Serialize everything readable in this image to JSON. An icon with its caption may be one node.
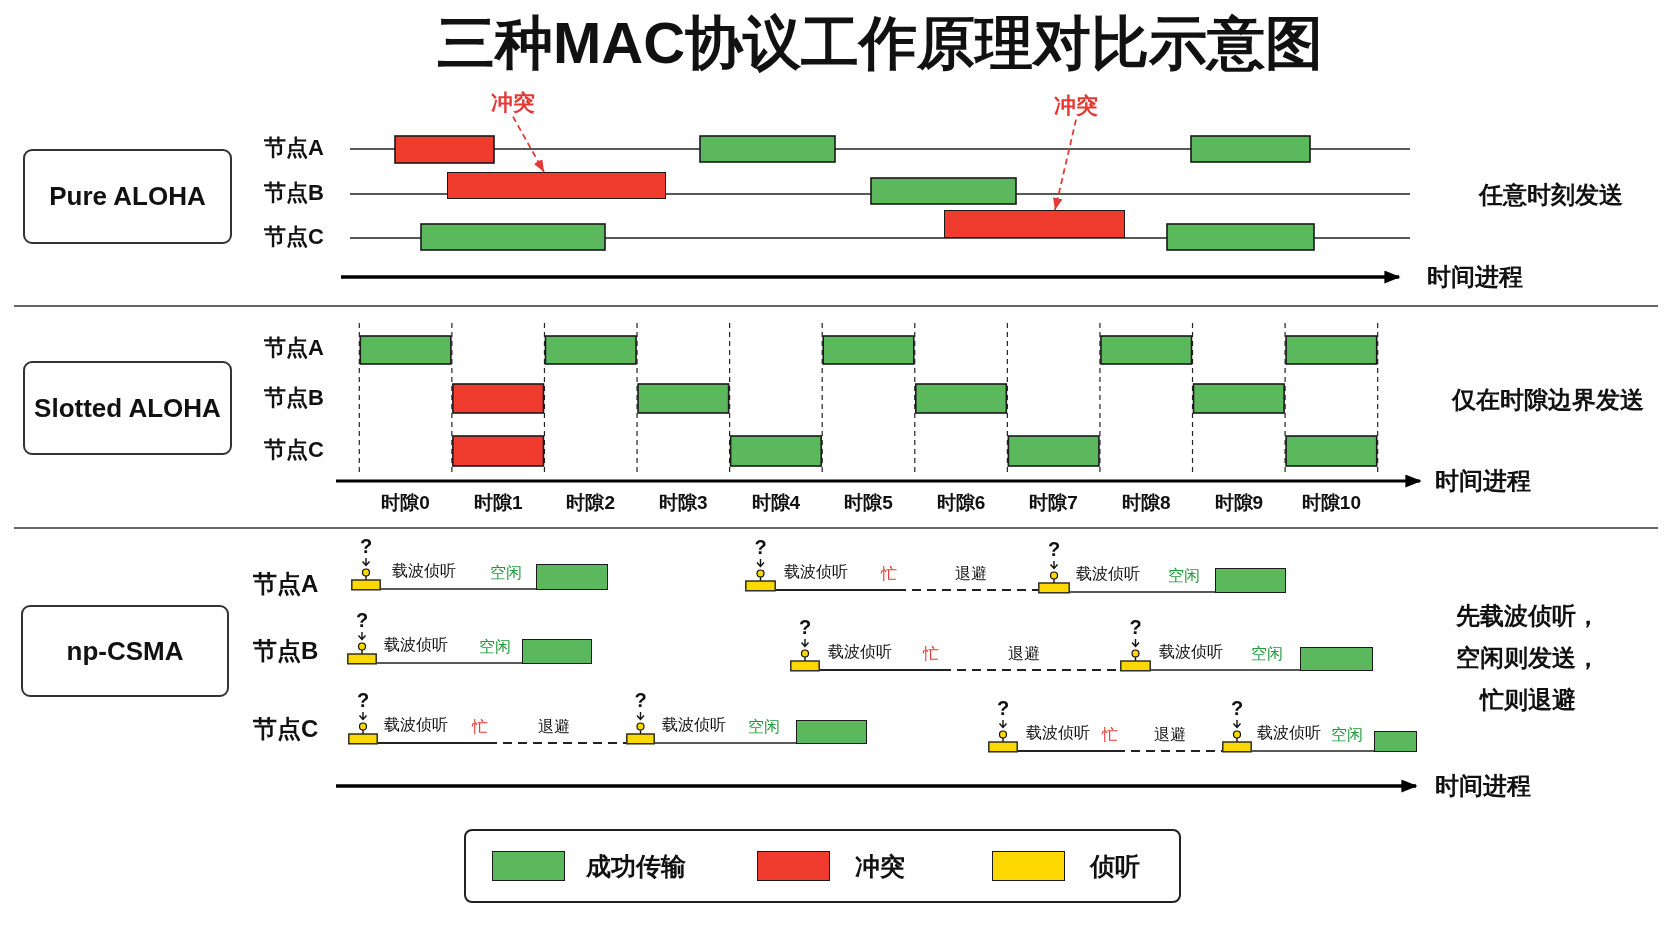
{
  "diagram": {
    "title": "三种MAC协议工作原理对比示意图",
    "nodes": [
      {
        "text": [
          "冲突"
        ]
      },
      {
        "text": [
          "冲突"
        ]
      },
      {
        "text": [
          "Pure ALOHA"
        ]
      },
      {
        "text": [],
        "shape": "bar"
      },
      {
        "text": [],
        "shape": "bar"
      },
      {
        "text": [
          "Slotted ALOHA"
        ]
      },
      {
        "text": [
          "np-CSMA"
        ]
      },
      {
        "text": [],
        "shape": "picture",
        "beside": [
          "?"
        ]
      },
      {
        "text": [],
        "shape": "bar"
      },
      {
        "text": [],
        "shape": "picture",
        "beside": [
          "?"
        ]
      },
      {
        "text": [],
        "shape": "picture",
        "beside": [
          "?"
        ]
      },
      {
        "text": [],
        "shape": "bar"
      },
      {
        "text": [],
        "shape": "picture",
        "beside": [
          "?"
        ]
      },
      {
        "text": [],
        "shape": "bar"
      },
      {
        "text": [],
        "shape": "picture",
        "beside": [
          "?"
        ]
      },
      {
        "text": [],
        "shape": "picture",
        "beside": [
          "?"
        ]
      },
      {
        "text": [],
        "shape": "bar"
      },
      {
        "text": [],
        "shape": "picture",
        "beside": [
          "?"
        ]
      },
      {
        "text": [],
        "shape": "picture",
        "beside": [
          "?"
        ]
      },
      {
        "text": [],
        "shape": "bar"
      },
      {
        "text": [],
        "shape": "picture",
        "beside": [
          "?"
        ]
      },
      {
        "text": [],
        "shape": "picture",
        "beside": [
          "?"
        ]
      },
      {
        "text": [],
        "shape": "bar"
      }
    ],
    "edges": [
      {
        "from": 0,
        "to": 3,
        "arrow": "to",
        "style": "dashed",
        "color": "#e53935"
      },
      {
        "from": 1,
        "to": 4,
        "arrow": "to",
        "style": "dashed",
        "color": "#e53935"
      },
      {
        "from": 7,
        "to": 8,
        "arrow": "none"
      },
      {
        "from": 9,
        "to": 10,
        "arrow": "none",
        "style": "dashed"
      },
      {
        "from": 10,
        "to": 11,
        "arrow": "none"
      },
      {
        "from": 12,
        "to": 13,
        "arrow": "none"
      },
      {
        "from": 14,
        "to": 15,
        "arrow": "none",
        "style": "dashed"
      },
      {
        "from": 15,
        "to": 16,
        "arrow": "none"
      },
      {
        "from": 17,
        "to": 18,
        "arrow": "none",
        "style": "dashed"
      },
      {
        "from": 18,
        "to": 19,
        "arrow": "none"
      },
      {
        "from": 20,
        "to": 21,
        "arrow": "none",
        "style": "dashed"
      },
      {
        "from": 21,
        "to": 22,
        "arrow": "none"
      }
    ],
    "labels": [
      "节点A",
      "节点B",
      "节点C",
      "任意时刻发送",
      "时间进程",
      "节点A",
      "节点B",
      "节点C",
      "仅在时隙边界发送",
      "时间进程",
      "时隙0",
      "时隙1",
      "时隙2",
      "时隙3",
      "时隙4",
      "时隙5",
      "时隙6",
      "时隙7",
      "时隙8",
      "时隙9",
      "时隙10",
      "节点A",
      "载波侦听",
      "空闲",
      "载波侦听",
      "忙",
      "退避",
      "载波侦听",
      "空闲",
      "节点B",
      "载波侦听",
      "空闲",
      "载波侦听",
      "忙",
      "退避",
      "载波侦听",
      "空闲",
      "节点C",
      "载波侦听",
      "忙",
      "退避",
      "载波侦听",
      "空闲",
      "载波侦听",
      "忙",
      "退避",
      "载波侦听",
      "空闲",
      "先载波侦听，空闲则发送，忙则退避",
      "时间进程"
    ],
    "legend": [
      {
        "text": "成功传输",
        "color": "#5cb85c"
      },
      {
        "text": "冲突",
        "color": "#f03c2f"
      },
      {
        "text": "侦听",
        "color": "#fcd800"
      }
    ]
  }
}
